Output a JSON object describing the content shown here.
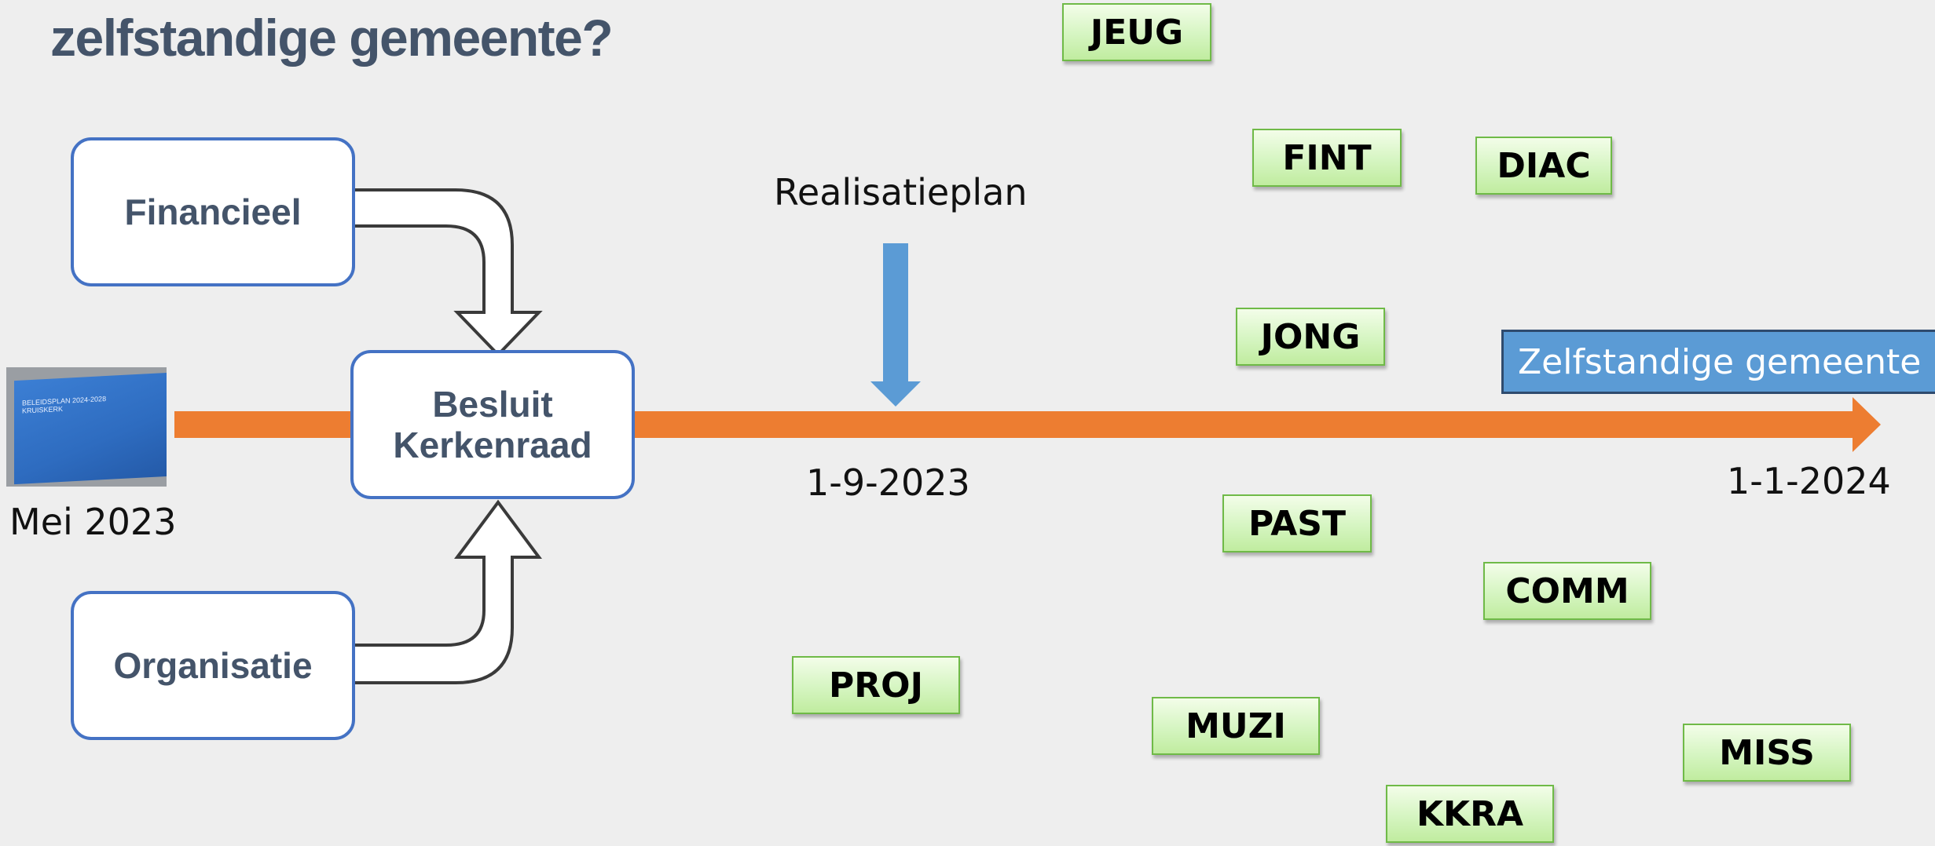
{
  "slide": {
    "title_line1": "Hoe worden we een",
    "title_line2": "zelfstandige gemeente?"
  },
  "inputs": {
    "financial": "Financieel",
    "organization": "Organisatie"
  },
  "decision": {
    "line1": "Besluit",
    "line2": "Kerkenraad"
  },
  "photo": {
    "book_title": "BELEIDSPLAN 2024-2028",
    "book_subtitle": "KRUISKERK"
  },
  "timeline": {
    "start_label": "Mei 2023",
    "milestone_label": "Realisatieplan",
    "milestone_date": "1-9-2023",
    "end_date": "1-1-2024",
    "goal_label": "Zelfstandige gemeente"
  },
  "tags": [
    "JEUG",
    "FINT",
    "DIAC",
    "JONG",
    "PAST",
    "COMM",
    "PROJ",
    "MUZI",
    "MISS",
    "KKRA"
  ],
  "colors": {
    "timeline_arrow": "#ed7d31",
    "milestone_arrow": "#5b9bd5",
    "box_border": "#4472c4",
    "title_text": "#44546a",
    "tag_fill": "#d5f5c1",
    "goal_fill": "#5b9bd5"
  }
}
